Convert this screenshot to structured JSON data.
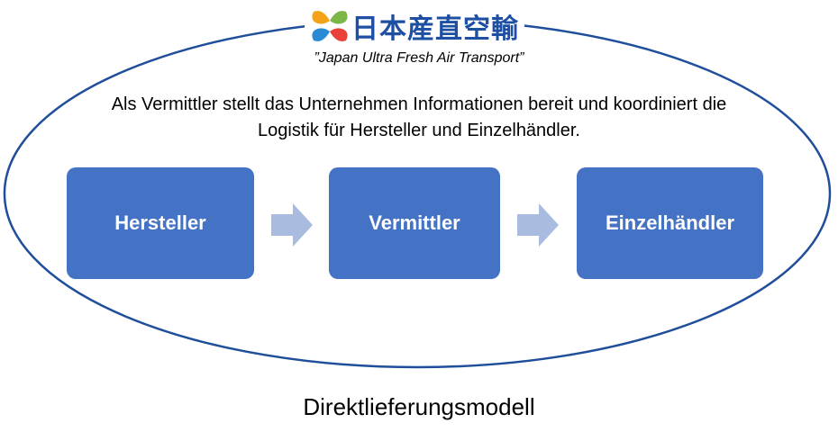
{
  "logo": {
    "text": "日本産直空輸",
    "icon": "colorful-x-logo-icon"
  },
  "subtitle": "”Japan Ultra Fresh Air Transport”",
  "description": "Als Vermittler stellt das Unternehmen Informationen bereit und koordiniert die Logistik für Hersteller und Einzelhändler.",
  "flow": {
    "steps": [
      "Hersteller",
      "Vermittler",
      "Einzelhändler"
    ],
    "arrow_icon": "right-arrow-icon"
  },
  "caption": "Direktlieferungsmodell",
  "colors": {
    "ellipse": "#1f4e9a",
    "box": "#4472c4",
    "arrow": "#a9bbdf",
    "logo_text": "#1d4fa3"
  }
}
